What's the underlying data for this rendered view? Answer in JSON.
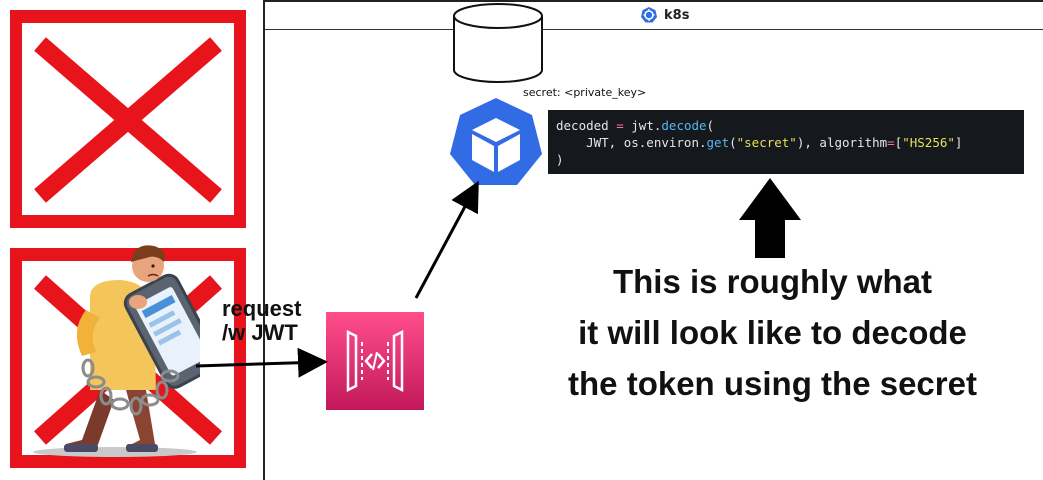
{
  "cluster": {
    "title": "k8s",
    "logo_icon": "kubernetes-logo-icon"
  },
  "secret_label": "secret: <private_key>",
  "code": {
    "lines": [
      "decoded = jwt.decode(",
      "    JWT, os.environ.get(\"secret\"), algorithm=[\"HS256\"]",
      ")"
    ]
  },
  "request_label": {
    "line1": "request",
    "line2": "/w JWT"
  },
  "caption": {
    "line1": "This is roughly what",
    "line2": "it will look like to decode",
    "line3": "the token using the secret"
  },
  "icons": {
    "database": "database-cylinder-icon",
    "pod": "kubernetes-pod-cube-icon",
    "gateway": "api-gateway-icon",
    "person": "person-carrying-chained-phone-illustration",
    "cross": "red-x-icon"
  },
  "colors": {
    "red": "#e8141c",
    "k8s_blue": "#326ce5",
    "gateway_pink_top": "#ff4f8b",
    "gateway_pink_bottom": "#c2185b",
    "code_bg": "#15181d"
  }
}
